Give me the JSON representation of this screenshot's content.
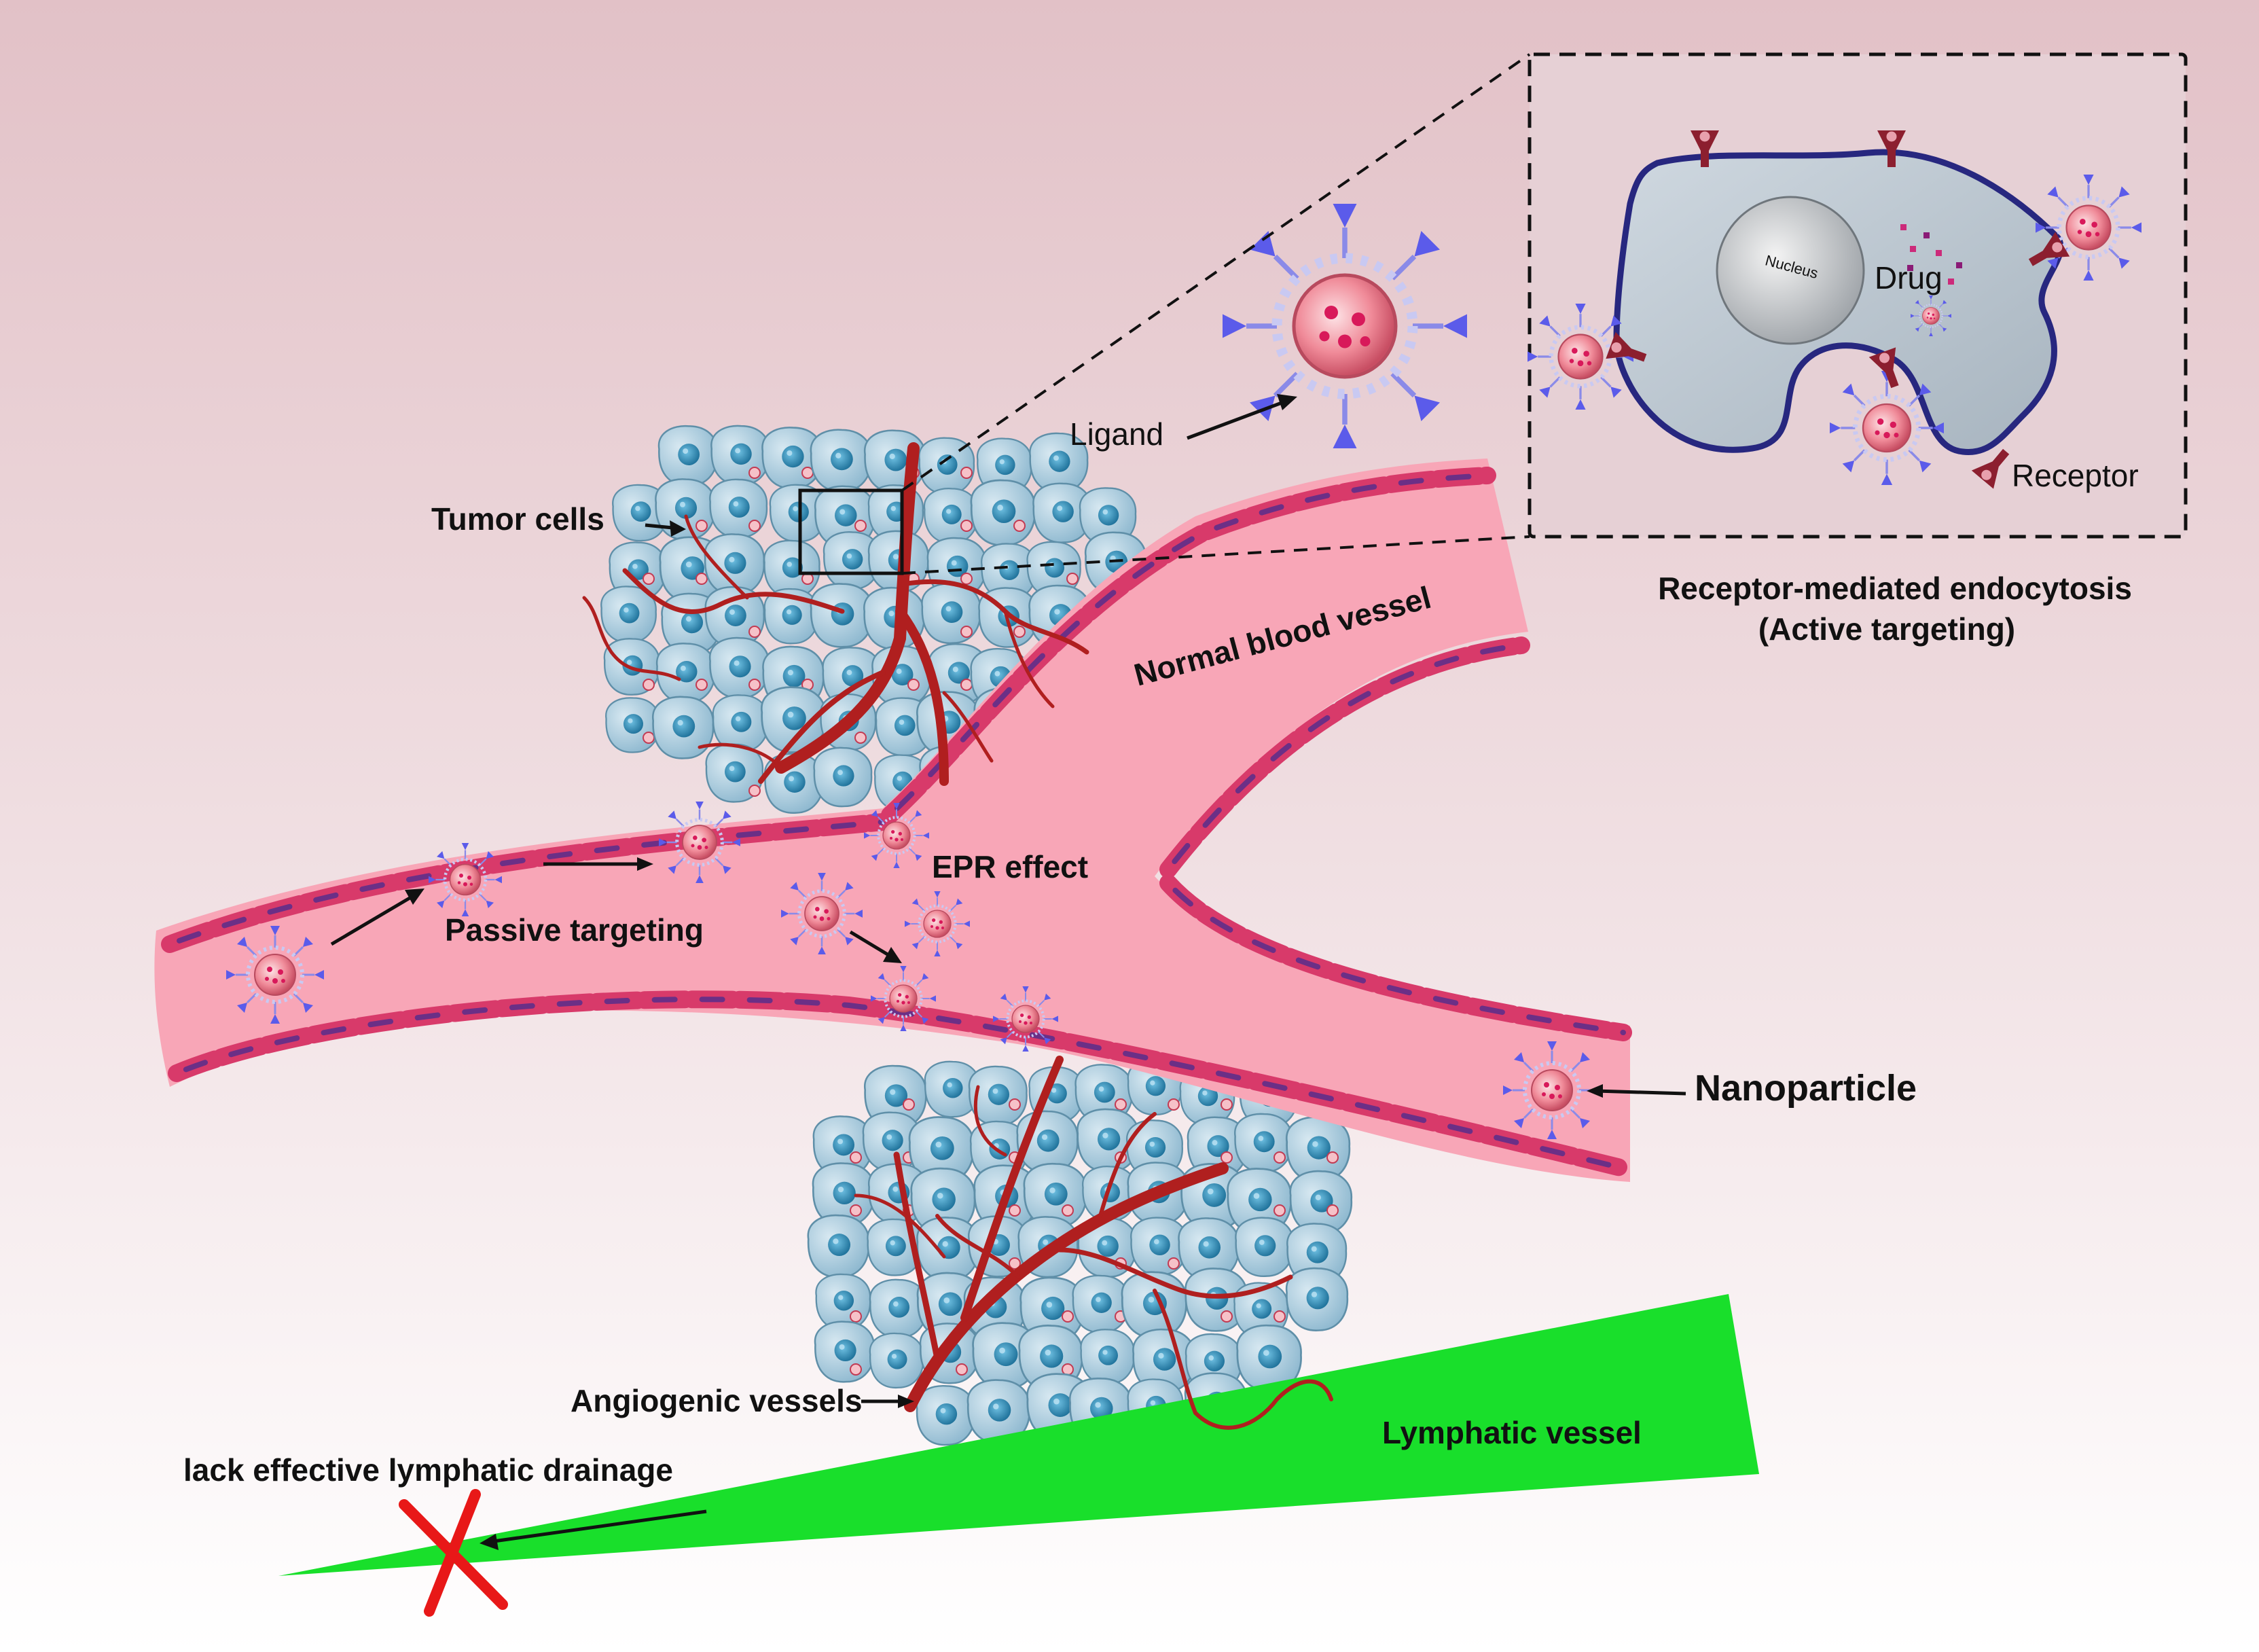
{
  "labels": {
    "tumor_cells": "Tumor cells",
    "ligand": "Ligand",
    "nucleus": "Nucleus",
    "drug": "Drug",
    "receptor": "Receptor",
    "endocytosis_line1": "Receptor-mediated endocytosis",
    "endocytosis_line2": "(Active targeting)",
    "normal_blood_vessel": "Normal blood vessel",
    "epr_effect": "EPR effect",
    "passive_targeting": "Passive targeting",
    "nanoparticle": "Nanoparticle",
    "angiogenic_vessels": "Angiogenic vessels",
    "lymphatic_vessel": "Lymphatic vessel",
    "lack_drainage": "lack effective lymphatic drainage"
  },
  "colors": {
    "background_top": "#e3c3c9",
    "background_bottom": "#ffffff",
    "vessel_fill": "#f7a6b6",
    "vessel_wall": "#d83a6a",
    "endothelial_nucleus": "#7a3d8c",
    "capillary": "#b3201f",
    "tumor_cell_fill": "#a6ccdf",
    "tumor_cell_nucleus": "#2f8bb5",
    "cell_membrane": "#2a2a8c",
    "cell_body": "#b9c6d1",
    "lymphatic": "#17e02a",
    "cross_mark": "#e81818",
    "nanoparticle_core": "#e97a8b",
    "ligand": "#6a6aee"
  },
  "icons": [
    "nanoparticle-icon",
    "ligand-icon",
    "receptor-icon",
    "cross-mark-icon",
    "nucleus-icon"
  ]
}
